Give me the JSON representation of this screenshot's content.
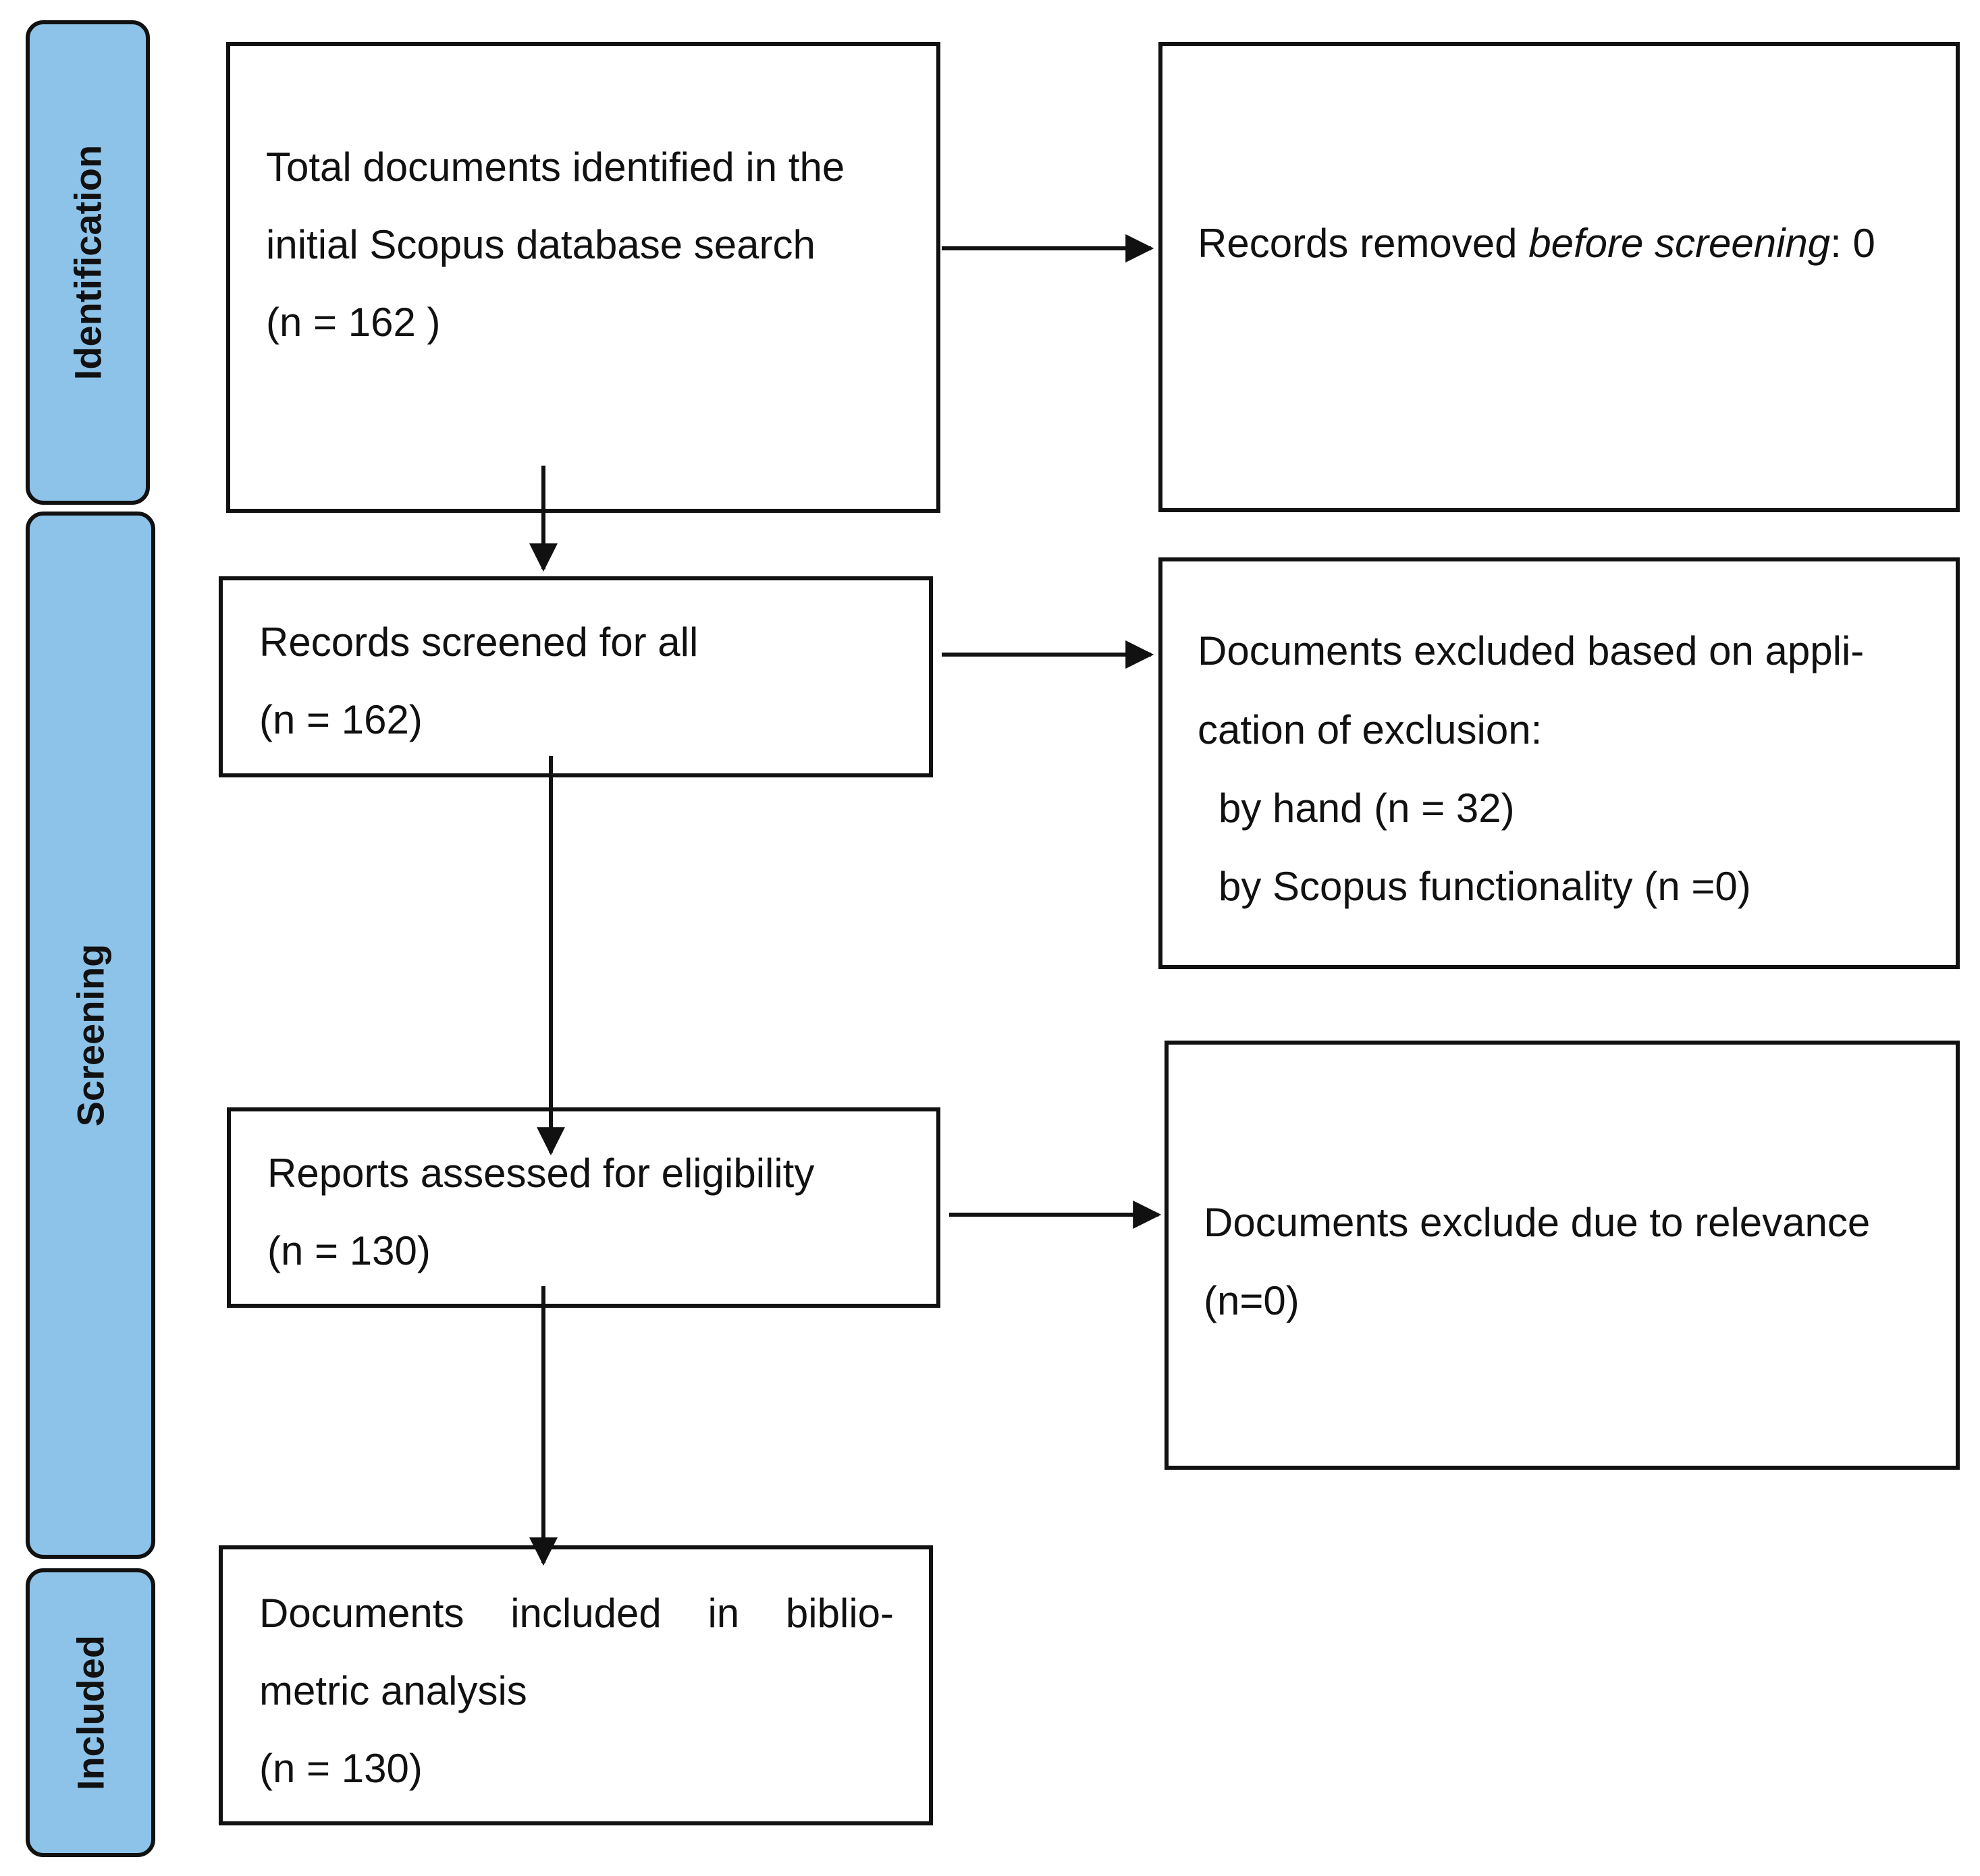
{
  "phases": {
    "identification": "Identification",
    "screening": "Screening",
    "included": "Included"
  },
  "identified": {
    "line1": "Total documents identified in the",
    "line2": "initial Scopus database search",
    "count": "(n = 162 )"
  },
  "removed": {
    "prefix": "Records removed ",
    "emphasis": "before screening",
    "suffix": ": 0"
  },
  "screened": {
    "line1": "Records screened for all",
    "count": "(n = 162)"
  },
  "excluded_application": {
    "line1": "Documents excluded based on appli-",
    "line2": "cation of exclusion:",
    "by_hand": "by hand (n = 32)",
    "by_scopus": "by Scopus functionality (n =0)"
  },
  "assessed": {
    "line1": "Reports assessed for eligibility",
    "count": "(n = 130)"
  },
  "excluded_relevance": {
    "line1": "Documents exclude due to relevance",
    "count": "(n=0)"
  },
  "included": {
    "line1": "Documents included in biblio-",
    "line2": "metric analysis",
    "count": "(n = 130)"
  }
}
